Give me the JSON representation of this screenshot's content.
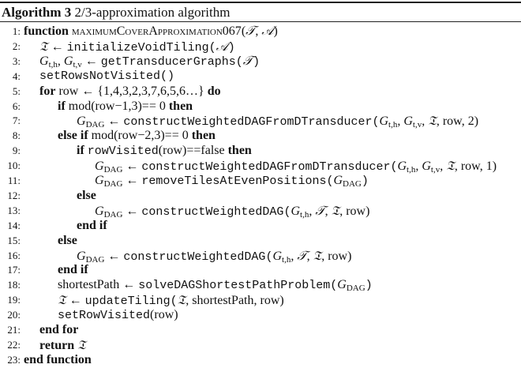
{
  "caption": {
    "label": "Algorithm 3",
    "title": "2/3-approximation algorithm"
  },
  "lines": [
    {
      "n": "1:",
      "indent": 0,
      "text": "function MAXIMUMCOVERAPPROXIMATION067(𝒯, 𝒜)"
    },
    {
      "n": "2:",
      "indent": 1,
      "text": "𝔗 ← initializeVoidTiling(𝒜)"
    },
    {
      "n": "3:",
      "indent": 1,
      "text": "G_t,h, G_t,v ← getTransducerGraphs(𝒯)"
    },
    {
      "n": "4:",
      "indent": 1,
      "text": "setRowsNotVisited()"
    },
    {
      "n": "5:",
      "indent": 1,
      "text": "for row ← {1,4,3,2,3,7,6,5,6...} do"
    },
    {
      "n": "6:",
      "indent": 2,
      "text": "if mod(row−1,3)== 0 then"
    },
    {
      "n": "7:",
      "indent": 3,
      "text": "G_DAG ← constructWeightedDAGFromDTransducer(G_t,h, G_t,v, 𝔗, row, 2)"
    },
    {
      "n": "8:",
      "indent": 2,
      "text": "else if mod(row−2,3)== 0 then"
    },
    {
      "n": "9:",
      "indent": 3,
      "text": "if rowVisited(row)==false then"
    },
    {
      "n": "10:",
      "indent": 4,
      "text": "G_DAG ← constructWeightedDAGFromDTransducer(G_t,h, G_t,v, 𝔗, row, 1)"
    },
    {
      "n": "11:",
      "indent": 4,
      "text": "G_DAG ← removeTilesAtEvenPositions(G_DAG)"
    },
    {
      "n": "12:",
      "indent": 3,
      "text": "else"
    },
    {
      "n": "13:",
      "indent": 4,
      "text": "G_DAG ← constructWeightedDAG(G_t,h, 𝒯, 𝔗, row)"
    },
    {
      "n": "14:",
      "indent": 3,
      "text": "end if"
    },
    {
      "n": "15:",
      "indent": 2,
      "text": "else"
    },
    {
      "n": "16:",
      "indent": 3,
      "text": "G_DAG ← constructWeightedDAG(G_t,h, 𝒯, 𝔗, row)"
    },
    {
      "n": "17:",
      "indent": 2,
      "text": "end if"
    },
    {
      "n": "18:",
      "indent": 2,
      "text": "shortestPath ← solveDAGShortestPathProblem(G_DAG)"
    },
    {
      "n": "19:",
      "indent": 2,
      "text": "𝔗 ← updateTiling(𝔗, shortestPath, row)"
    },
    {
      "n": "20:",
      "indent": 2,
      "text": "setRowVisited(row)"
    },
    {
      "n": "21:",
      "indent": 1,
      "text": "end for"
    },
    {
      "n": "22:",
      "indent": 1,
      "text": "return 𝔗"
    },
    {
      "n": "23:",
      "indent": 0,
      "text": "end function"
    }
  ],
  "tokens": {
    "function": "function",
    "func_name": "maximumCoverApproximation067",
    "calT": "𝒯",
    "calA": "𝒜",
    "frakT": "𝔗",
    "arrow": "←",
    "G": "G",
    "sub_th": "t,h",
    "sub_tv": "t,v",
    "sub_dag": "DAG",
    "initializeVoidTiling": "initializeVoidTiling",
    "getTransducerGraphs": "getTransducerGraphs",
    "setRowsNotVisited": "setRowsNotVisited()",
    "for": "for",
    "do": "do",
    "row": "row",
    "row_set": "{1,4,3,2,3,7,6,5,6…}",
    "if": "if",
    "then": "then",
    "else": "else",
    "else_if": "else if",
    "end_if": "end if",
    "end_for": "end for",
    "return": "return",
    "end_function": "end function",
    "mod1": "mod(row−1,3)== 0",
    "mod2": "mod(row−2,3)== 0",
    "rowVisited": "rowVisited",
    "eq_false": "==false",
    "cwdft": "constructWeightedDAGFromDTransducer",
    "removeTiles": "removeTilesAtEvenPositions",
    "cwd": "constructWeightedDAG",
    "shortestPath": "shortestPath",
    "solve": "solveDAGShortestPathProblem",
    "updateTiling": "updateTiling",
    "setRowVisited": "setRowVisited",
    "arg2": "2",
    "arg1": "1"
  }
}
